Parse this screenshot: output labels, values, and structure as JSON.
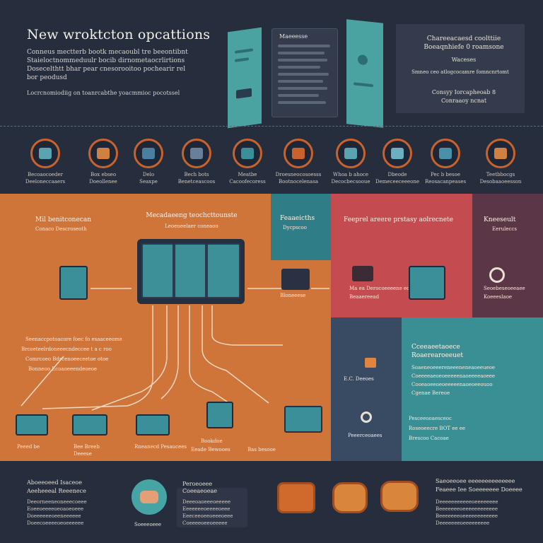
{
  "header": {
    "title": "New wroktcton opcattions",
    "intro_lines": [
      "Conneus mectterb bootk mecaoubl tre beeontibnt",
      "Staieloctnommeduulr bocib dirnometaocrlirtions",
      "Dosecelthtt bhar pear cnesorooitoo pochearir rel",
      "bor peodusd"
    ],
    "tagline": "Locrcnomiodiig on toanrcabthe yoacmmioc pocotssel",
    "card_title": "Maeeesse",
    "right_card": {
      "lines": [
        "Chareeacaesd coolttiie",
        "Boeaqnhiefe 0 roamsone"
      ],
      "subhead": "Waceses",
      "body": "Smneo ceo atlogcocamre fomncnrtomt",
      "footer": [
        "Consyy  Iorcapheoab 8",
        "Conraaoy ncnat"
      ]
    }
  },
  "icon_row": [
    {
      "name": "workflow-monitor-icon",
      "label": [
        "Becoaocoeder",
        "Deeloneccaaers"
      ]
    },
    {
      "name": "file-badge-icon",
      "label": [
        "Box ebseo",
        "Doeollenee"
      ]
    },
    {
      "name": "storage-drive-icon",
      "label": [
        "Delo",
        "Seaxpe"
      ]
    },
    {
      "name": "server-icon",
      "label": [
        "Bech bots",
        "Benetceascoos"
      ]
    },
    {
      "name": "cloud-gear-icon",
      "label": [
        "Meatbe",
        "Cacoofecoress"
      ]
    },
    {
      "name": "dashboard-icon",
      "label": [
        "Droesneocosoesss",
        "Bootnocelenasa"
      ]
    },
    {
      "name": "network-gear-icon",
      "label": [
        "Whoa b ahoce",
        "Decocbecsooue"
      ]
    },
    {
      "name": "cloud-sync-icon",
      "label": [
        "Dbeode",
        "Demeceeceeeone"
      ]
    },
    {
      "name": "sensor-icon",
      "label": [
        "Pec b besoe",
        "Reosacanpeases"
      ]
    },
    {
      "name": "chip-icon",
      "label": [
        "Teetbbocgs",
        "Desobaaoeesson"
      ]
    }
  ],
  "middle": {
    "left_heading": "Mil benitconecan",
    "left_sub": "Conaco Descroseoth",
    "center_heading": "Mecadaeeng teochcttounste",
    "center_sub": "Leoeneelaer coneaoo",
    "teal_heading": "Feaaeicths",
    "teal_sub": "Dycpscoo",
    "red_heading": "Feeprel areere prstasy aolrecnete",
    "red_label": "Ma ea Derocoeeeene eo",
    "red_sub": "Beaaereead",
    "plum_heading": "Kneeseult",
    "plum_sub": "Eeruleccs",
    "plum_note": [
      "Seoebeseoeeaee",
      "Koeeeslaoe"
    ],
    "warehouse_label": "Bloneeese",
    "flow_lines": [
      "Seenaccpotoacore foec fo esaaceeome",
      "Brcoeteelrdoneeecndeccee t a c roo",
      "Comrcoeo Bdrcenoeeceetoe otoe",
      "Bonneoo Ecoaoeeendeoeoe"
    ],
    "slate_label": "E.C. Deeoes",
    "slate_note": "Peeerceoaees",
    "teal_bottom": {
      "heading": [
        "Cceeaeetaoece",
        "Roaerearoeeuet"
      ],
      "lines": [
        "Soaeneoeeereneeeneneaoeeueoe",
        "Coeeeeaeoeoeeeeenaoeeeeaoeee",
        "Cooeaoeeoeoeeeeenaoeoeeouoo",
        "Cgenae Bereoe"
      ],
      "footer": [
        "Pesceeooaesceoc",
        "Roseoeecre BOT ee ee",
        "Brescoo Cacoae"
      ]
    },
    "node_labels": [
      "Peeed be",
      "Bee Breeb",
      "Deeese",
      "Rneanecd Pesaucees",
      "Bookdoe",
      "Eeade Bewooes",
      "Bas besooe"
    ]
  },
  "bottom": {
    "left_title": [
      "Aboeeoeed Isaceoe",
      "Aeeheeeal Reeenece"
    ],
    "left_lines": [
      "Deeorneeneoneeecoeee",
      "Eoeeoeeeeoeoaoeoeee",
      "Doeeeeeeoeeneeeeee",
      "Doeecoeeeeoeoeeeeee"
    ],
    "circle_label": "Soeeeoeee",
    "mid_title": [
      "Peroeoeee",
      "Coeeaeoeae"
    ],
    "mid_lines": [
      "Deeeoaoeeeoeeeee",
      "Eeeeeeeoeeeeoeee",
      "Eeeceeoeeoeeeoeee",
      "Coeeeeoeeoeeeee"
    ],
    "right_title": [
      "Saeoeeoee eeeeeeeeeeeeee",
      "Feaeee Iee Soeeeeeee Doeeee"
    ],
    "right_lines": [
      "Deeeeeeeeeeeoeeeeeeee",
      "Beeeeeeeoeeeeeeeeeeee",
      "Beeeeeeeoeeeeeeeeeeee",
      "Deeeeeeeoeeeeeeeee"
    ]
  },
  "colors": {
    "background": "#262d3d",
    "orange": "#d0753a",
    "teal": "#3a8f95",
    "red": "#c44c50",
    "plum": "#5b3646"
  }
}
